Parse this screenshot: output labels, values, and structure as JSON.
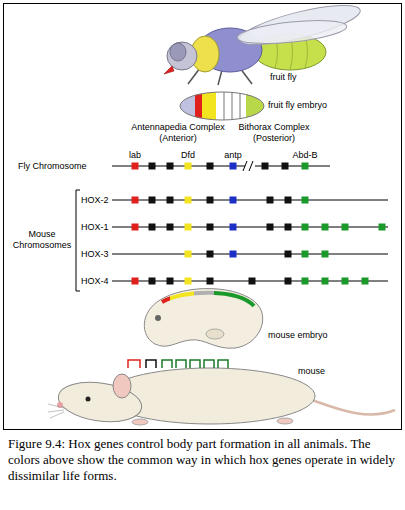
{
  "diagram": {
    "caption": "Figure 9.4: Hox genes control body part formation in all animals. The colors above show the common way in which hox genes operate in widely dissimilar life forms.",
    "labels": [
      "fruit fly",
      "fruit fly embryo",
      "Antennapedia Complex (Anterior)",
      "Bithorax Complex (Posterior)",
      "lab",
      "Dfd",
      "antp",
      "Abd-B",
      "Fly Chromosome",
      "Mouse Chromosomes",
      "HOX-2",
      "HOX-1",
      "HOX-3",
      "HOX-4",
      "mouse embryo",
      "mouse"
    ]
  }
}
